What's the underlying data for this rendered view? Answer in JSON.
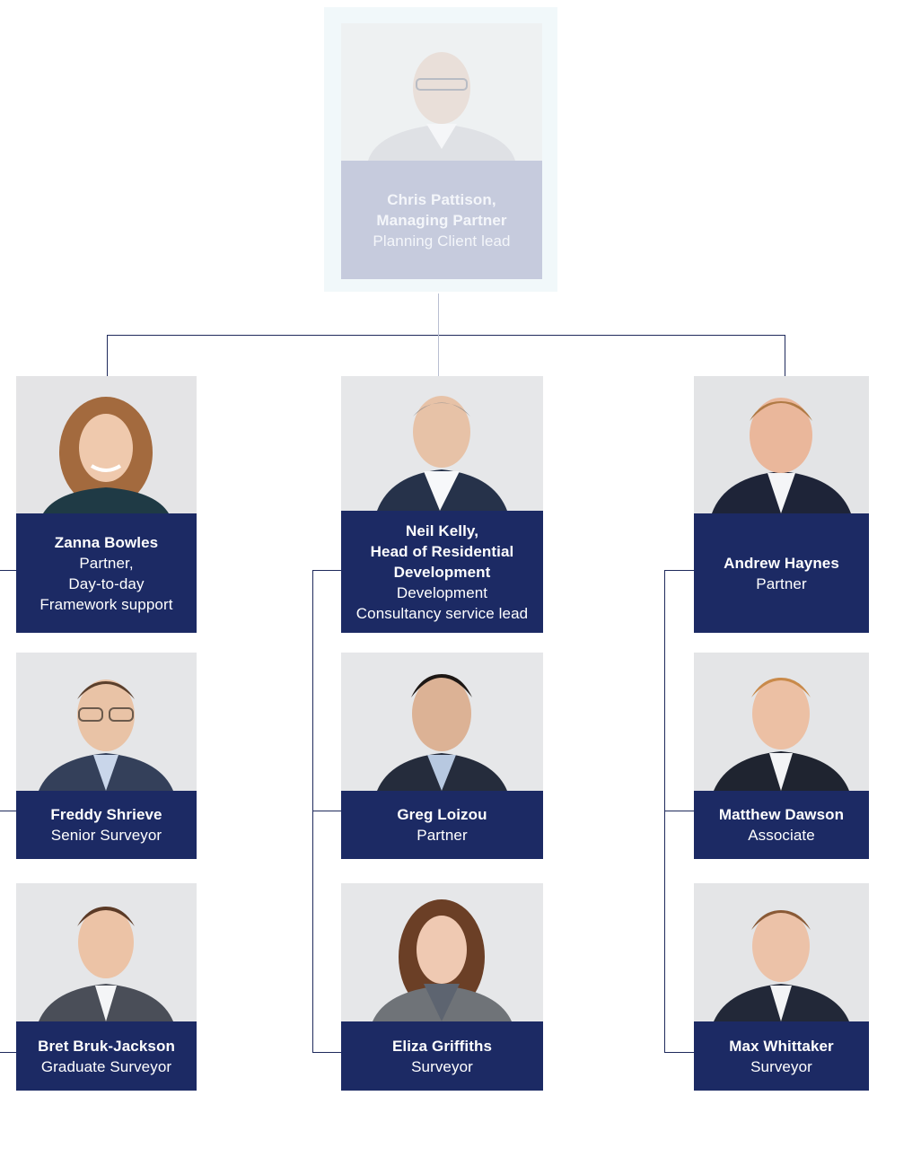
{
  "top": {
    "name": "Chris Pattison,",
    "role_bold": "Managing Partner",
    "role": "Planning Client lead"
  },
  "people": {
    "zanna": {
      "name": "Zanna Bowles",
      "l1": "Partner,",
      "l2": "Day-to-day",
      "l3": "Framework support"
    },
    "neil": {
      "name": "Neil Kelly,",
      "b2": "Head of Residential",
      "b3": "Development",
      "l1": "Development",
      "l2": "Consultancy service lead"
    },
    "andrew": {
      "name": "Andrew Haynes",
      "l1": "Partner"
    },
    "freddy": {
      "name": "Freddy Shrieve",
      "l1": "Senior Surveyor"
    },
    "greg": {
      "name": "Greg Loizou",
      "l1": "Partner"
    },
    "matthew": {
      "name": "Matthew Dawson",
      "l1": "Associate"
    },
    "bret": {
      "name": "Bret Bruk-Jackson",
      "l1": "Graduate Surveyor"
    },
    "eliza": {
      "name": "Eliza Griffiths",
      "l1": "Surveyor"
    },
    "max": {
      "name": "Max Whittaker",
      "l1": "Surveyor"
    }
  },
  "colors": {
    "label_bg": "#1c2a64",
    "connector": "#1f2a5c",
    "top_label_bg": "#c6cbdd"
  }
}
